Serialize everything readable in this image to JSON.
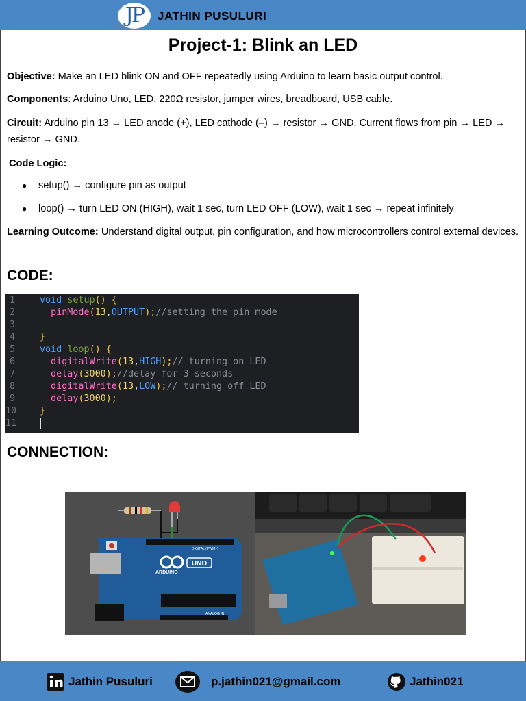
{
  "header": {
    "logo_text": "JP",
    "name": "JATHIN PUSULURI"
  },
  "title": "Project-1: Blink an LED",
  "objective": {
    "label": "Objective:",
    "text": " Make an LED blink ON and OFF repeatedly using Arduino to learn basic output control."
  },
  "components": {
    "label": "Components",
    "text": ": Arduino Uno, LED, 220Ω resistor, jumper wires, breadboard, USB cable."
  },
  "circuit": {
    "label": "Circuit:",
    "text": " Arduino pin 13 → LED anode (+), LED cathode (–) → resistor → GND. Current flows from pin → LED → resistor → GND."
  },
  "code_logic": {
    "label": "Code Logic:",
    "bullets": [
      "setup() → configure pin as output",
      "loop() → turn LED ON (HIGH), wait 1 sec, turn LED OFF (LOW), wait 1 sec → repeat infinitely"
    ]
  },
  "learning_outcome": {
    "label": "Learning Outcome:",
    "text": " Understand digital output, pin configuration, and how microcontrollers control external devices."
  },
  "sections": {
    "code": "CODE:",
    "connection": "CONNECTION:"
  },
  "code": {
    "line_numbers": [
      "1",
      "2",
      "3",
      "4",
      "5",
      "6",
      "7",
      "8",
      "9",
      "10",
      "11"
    ],
    "l1": {
      "kw": "void",
      "fn": "setup",
      "paren": "()",
      "brace": " {"
    },
    "l2": {
      "id": "pinMode",
      "open": "(",
      "num": "13",
      "comma": ",",
      "const": "OUTPUT",
      "close": ");",
      "comment": "//setting the pin mode"
    },
    "l4": {
      "brace": "}"
    },
    "l5": {
      "kw": "void",
      "fn": "loop",
      "paren": "()",
      "brace": " {"
    },
    "l6": {
      "id": "digitalWrite",
      "open": "(",
      "num": "13",
      "comma": ",",
      "const": "HIGH",
      "close": ");",
      "comment": "// turning on LED"
    },
    "l7": {
      "id": "delay",
      "open": "(",
      "num": "3000",
      "close": ");",
      "comment": "//delay for 3 seconds"
    },
    "l8": {
      "id": "digitalWrite",
      "open": "(",
      "num": "13",
      "comma": ",",
      "const": "LOW",
      "close": ");",
      "comment": "// turning off LED"
    },
    "l9": {
      "id": "delay",
      "open": "(",
      "num": "3000",
      "close": ");"
    },
    "l10": {
      "brace": "}"
    }
  },
  "board": {
    "uno_label": "UNO",
    "arduino_label": "ARDUINO",
    "digital_label": "DIGITAL (PWM~)",
    "analog_label": "ANALOG IN"
  },
  "footer": {
    "linkedin": "Jathin Pusuluri",
    "email": "p.jathin021@gmail.com",
    "github": "Jathin021"
  },
  "colors": {
    "brand_blue": "#4a87c6",
    "code_bg": "#1e1f22",
    "board_blue": "#1f5c99"
  }
}
